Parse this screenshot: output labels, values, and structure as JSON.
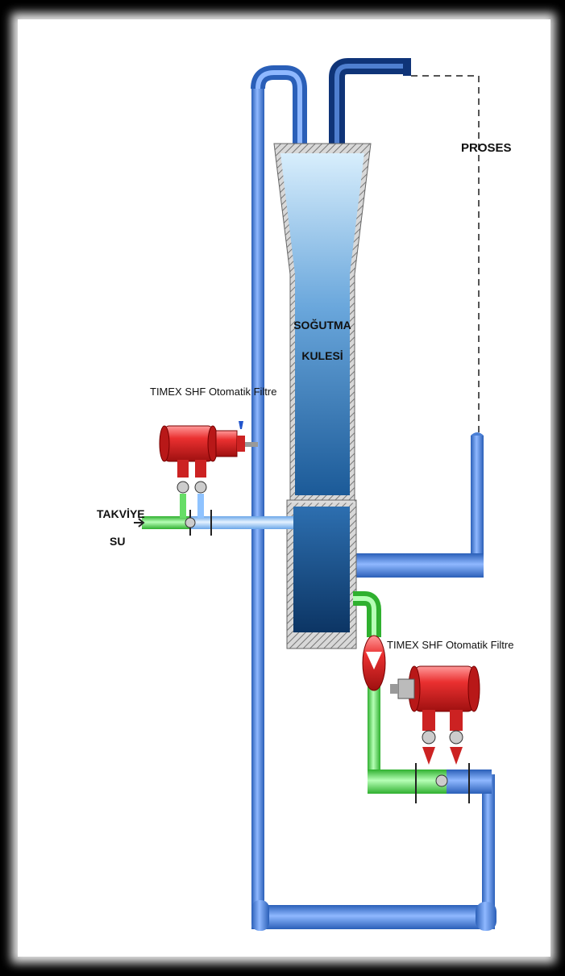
{
  "labels": {
    "proses": "PROSES",
    "tower_line1": "SOĞUTMA",
    "tower_line2": "KULESİ",
    "filter_top": "TIMEX SHF Otomatik Filtre",
    "filter_bottom": "TIMEX SHF Otomatik Filtre",
    "makeup_line1": "TAKVİYE",
    "makeup_line2": "SU"
  },
  "colors": {
    "background": "#000000",
    "canvas": "#ffffff",
    "pipe_blue": "#4a7fd6",
    "pipe_dark_blue": "#1f4d9a",
    "pipe_green": "#5ce65c",
    "pipe_light_blue": "#a8d4ff",
    "filter_red": "#e32b2b",
    "tower_light": "#cfe8fb",
    "tower_dark": "#174a80",
    "hatch_grey": "#9a9a9a"
  },
  "icons": [
    "filter-icon",
    "valve-icon",
    "pump-icon",
    "arrow-right-icon"
  ]
}
